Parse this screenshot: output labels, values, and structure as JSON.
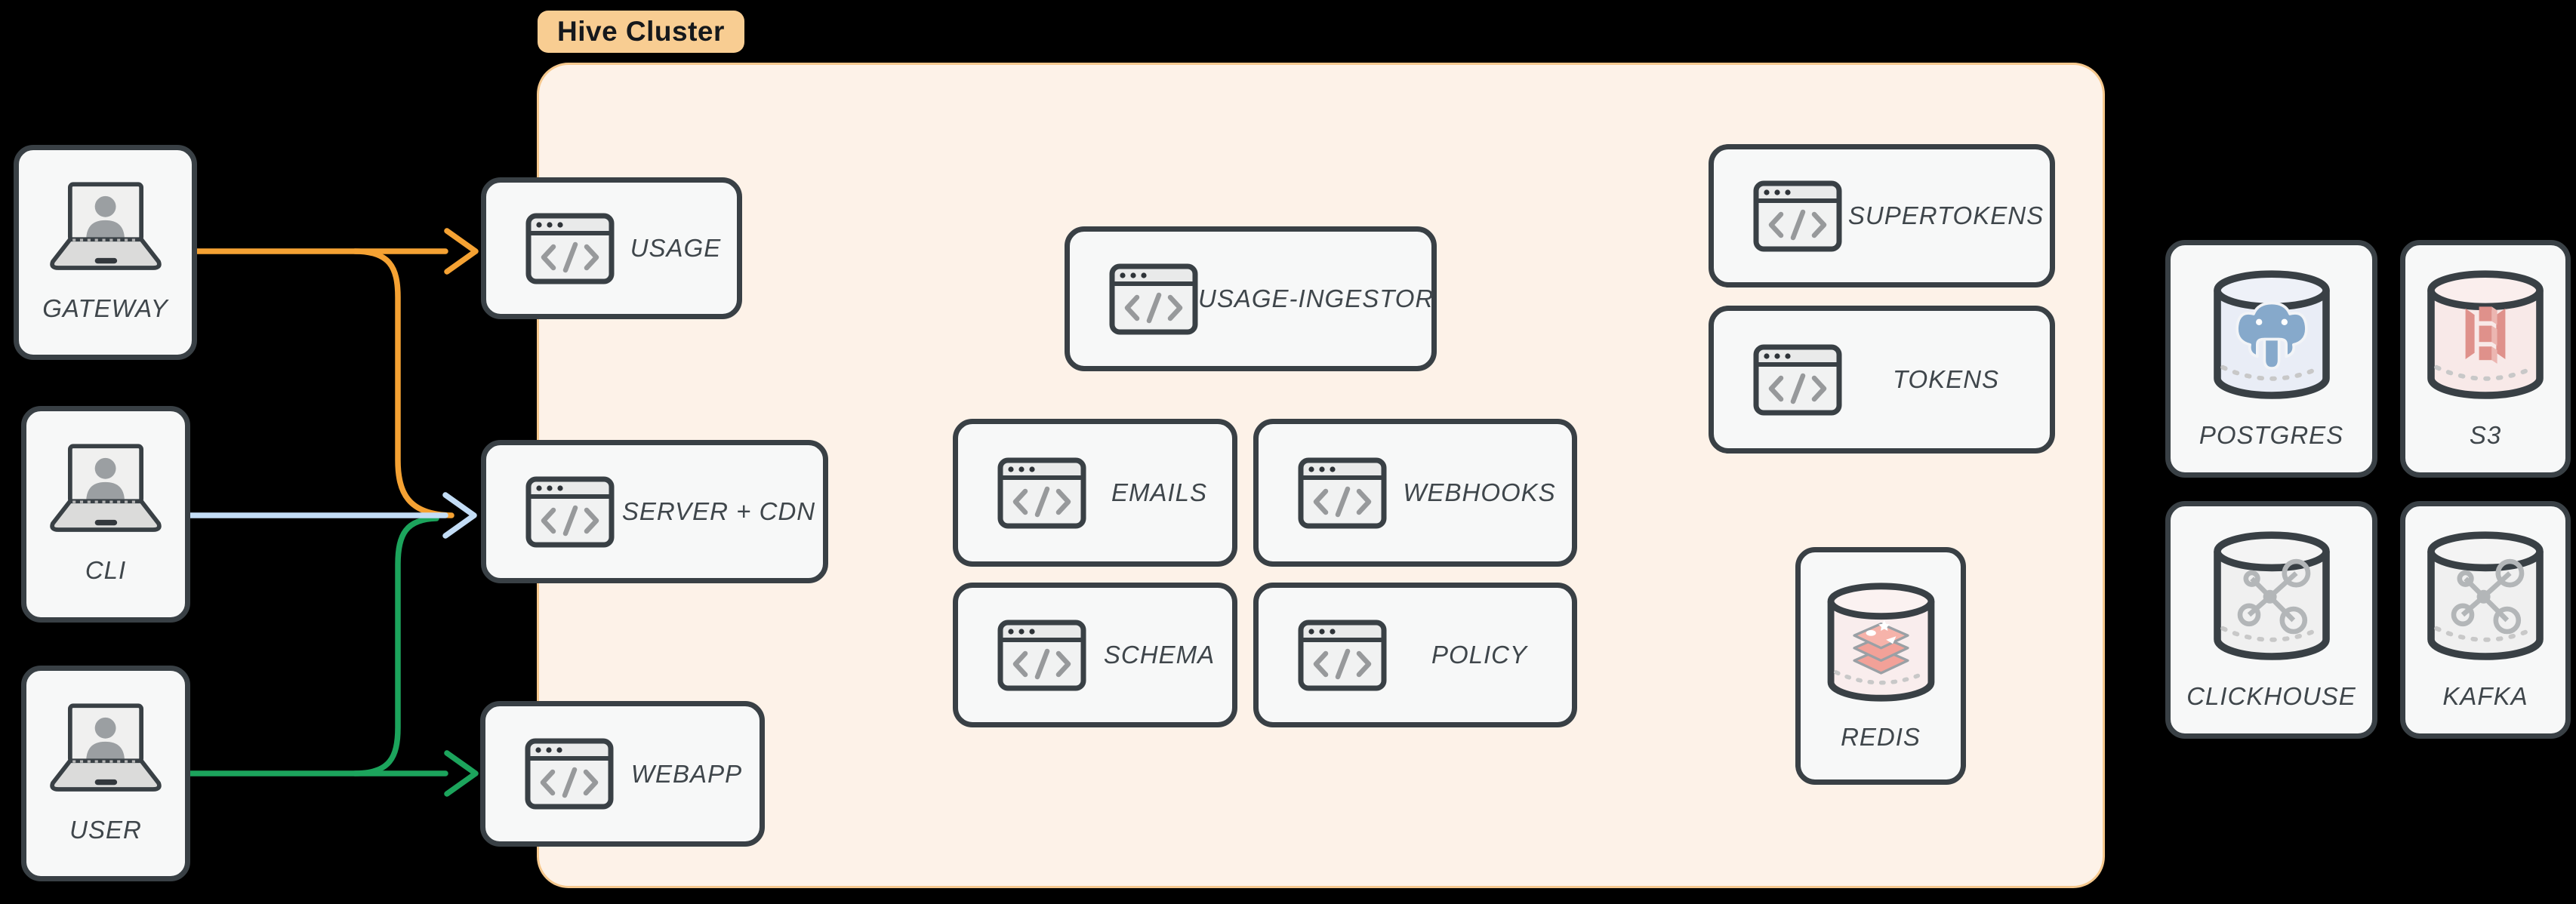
{
  "cluster": {
    "label": "Hive Cluster"
  },
  "nodes": {
    "gateway": {
      "label": "GATEWAY",
      "icon": "laptop-user-icon"
    },
    "cli": {
      "label": "CLI",
      "icon": "laptop-user-icon"
    },
    "user": {
      "label": "USER",
      "icon": "laptop-user-icon"
    },
    "usage": {
      "label": "USAGE",
      "icon": "browser-code-icon"
    },
    "server_cdn": {
      "label": "SERVER + CDN",
      "icon": "browser-code-icon"
    },
    "webapp": {
      "label": "WEBAPP",
      "icon": "browser-code-icon"
    },
    "usage_ingestor": {
      "label": "USAGE-INGESTOR",
      "icon": "browser-code-icon"
    },
    "emails": {
      "label": "EMAILS",
      "icon": "browser-code-icon"
    },
    "webhooks": {
      "label": "WEBHOOKS",
      "icon": "browser-code-icon"
    },
    "schema": {
      "label": "SCHEMA",
      "icon": "browser-code-icon"
    },
    "policy": {
      "label": "POLICY",
      "icon": "browser-code-icon"
    },
    "supertokens": {
      "label": "SUPERTOKENS",
      "icon": "browser-code-icon"
    },
    "tokens": {
      "label": "TOKENS",
      "icon": "browser-code-icon"
    },
    "redis": {
      "label": "REDIS",
      "icon": "redis-database-icon"
    },
    "postgres": {
      "label": "POSTGRES",
      "icon": "postgres-database-icon"
    },
    "s3": {
      "label": "S3",
      "icon": "s3-database-icon"
    },
    "clickhouse": {
      "label": "CLICKHOUSE",
      "icon": "molecule-database-icon"
    },
    "kafka": {
      "label": "KAFKA",
      "icon": "molecule-database-icon"
    }
  },
  "edges": [
    {
      "from": "gateway",
      "to": "usage",
      "color_key": "orange"
    },
    {
      "from": "gateway",
      "to": "server_cdn",
      "color_key": "orange"
    },
    {
      "from": "cli",
      "to": "server_cdn",
      "color_key": "blue"
    },
    {
      "from": "user",
      "to": "server_cdn",
      "color_key": "green"
    },
    {
      "from": "user",
      "to": "webapp",
      "color_key": "green"
    }
  ],
  "colors": {
    "orange": "#f5a233",
    "blue": "#c3ddf6",
    "green": "#1ca45c",
    "cluster_fill": "#fdf2e8",
    "cluster_border": "#f6c88d",
    "badge_fill": "#f8cd92",
    "node_border": "#394045",
    "node_fill": "#f7f8f8"
  }
}
